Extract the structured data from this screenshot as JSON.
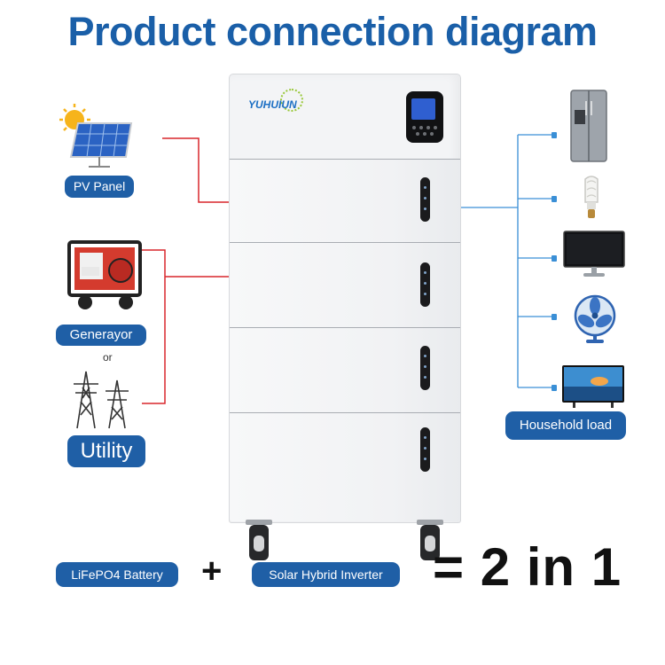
{
  "title": "Product connection diagram",
  "brand": "YUHUIUN",
  "sources": {
    "pv_panel": "PV Panel",
    "generator": "Generayor",
    "or": "or",
    "utility": "Utility"
  },
  "loads": {
    "label": "Household load",
    "items": [
      "refrigerator",
      "light bulb",
      "monitor",
      "fan",
      "television"
    ]
  },
  "bottom": {
    "battery": "LiFePO4 Battery",
    "plus": "+",
    "inverter": "Solar Hybrid Inverter",
    "result": "= 2 in 1"
  },
  "colors": {
    "title": "#1a5fa8",
    "pill": "#1f5fa6",
    "source_wire": "#d9262c",
    "load_wire": "#3a8fd6"
  },
  "icons": [
    "sun-icon",
    "solar-panel-icon",
    "generator-icon",
    "transmission-tower-icon",
    "refrigerator-icon",
    "light-bulb-icon",
    "monitor-icon",
    "fan-icon",
    "television-icon"
  ]
}
